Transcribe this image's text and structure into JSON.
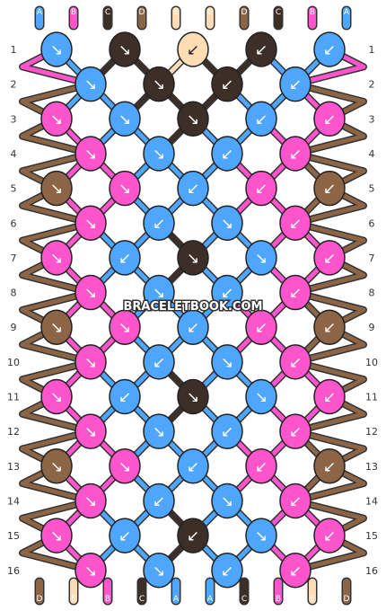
{
  "watermark": "BRACELETBOOK.COM",
  "colors": {
    "A": "#4ea6ff",
    "B": "#ff55cc",
    "C": "#3d2f28",
    "D": "#8c6446",
    "E": "#ffdcb4"
  },
  "strands_top": [
    "A",
    "B",
    "C",
    "D",
    "E",
    "E",
    "D",
    "C",
    "B",
    "A"
  ],
  "strands_bottom": [
    "D",
    "E",
    "B",
    "C",
    "A",
    "A",
    "C",
    "B",
    "E",
    "D"
  ],
  "row_numbers": [
    "1",
    "2",
    "3",
    "4",
    "5",
    "6",
    "7",
    "8",
    "9",
    "10",
    "11",
    "12",
    "13",
    "14",
    "15",
    "16"
  ],
  "knots": [
    {
      "row": 1,
      "items": [
        {
          "c": "A",
          "dir": "↘"
        },
        {
          "c": "C",
          "dir": "↘"
        },
        {
          "c": "E",
          "dir": "↙"
        },
        {
          "c": "C",
          "dir": "↙"
        },
        {
          "c": "A",
          "dir": "↙"
        }
      ]
    },
    {
      "row": 2,
      "items": [
        {
          "c": "A",
          "dir": "↘"
        },
        {
          "c": "C",
          "dir": "↘"
        },
        {
          "c": "C",
          "dir": "↙"
        },
        {
          "c": "A",
          "dir": "↙"
        }
      ]
    },
    {
      "row": 3,
      "items": [
        {
          "c": "B",
          "dir": "↘"
        },
        {
          "c": "A",
          "dir": "↘"
        },
        {
          "c": "C",
          "dir": "↘"
        },
        {
          "c": "A",
          "dir": "↙"
        },
        {
          "c": "B",
          "dir": "↙"
        }
      ]
    },
    {
      "row": 4,
      "items": [
        {
          "c": "B",
          "dir": "↘"
        },
        {
          "c": "A",
          "dir": "↘"
        },
        {
          "c": "A",
          "dir": "↙"
        },
        {
          "c": "B",
          "dir": "↙"
        }
      ]
    },
    {
      "row": 5,
      "items": [
        {
          "c": "D",
          "dir": "↘"
        },
        {
          "c": "B",
          "dir": "↘"
        },
        {
          "c": "A",
          "dir": "↙"
        },
        {
          "c": "B",
          "dir": "↙"
        },
        {
          "c": "D",
          "dir": "↙"
        }
      ]
    },
    {
      "row": 6,
      "items": [
        {
          "c": "B",
          "dir": "↘"
        },
        {
          "c": "A",
          "dir": "↙"
        },
        {
          "c": "A",
          "dir": "↘"
        },
        {
          "c": "B",
          "dir": "↙"
        }
      ]
    },
    {
      "row": 7,
      "items": [
        {
          "c": "B",
          "dir": "↘"
        },
        {
          "c": "A",
          "dir": "↙"
        },
        {
          "c": "C",
          "dir": "↘"
        },
        {
          "c": "A",
          "dir": "↘"
        },
        {
          "c": "B",
          "dir": "↙"
        }
      ]
    },
    {
      "row": 8,
      "items": [
        {
          "c": "B",
          "dir": "↘"
        },
        {
          "c": "A",
          "dir": "↘"
        },
        {
          "c": "A",
          "dir": "↙"
        },
        {
          "c": "B",
          "dir": "↙"
        }
      ]
    },
    {
      "row": 9,
      "items": [
        {
          "c": "D",
          "dir": "↘"
        },
        {
          "c": "B",
          "dir": "↘"
        },
        {
          "c": "A",
          "dir": "↙"
        },
        {
          "c": "B",
          "dir": "↙"
        },
        {
          "c": "D",
          "dir": "↙"
        }
      ]
    },
    {
      "row": 10,
      "items": [
        {
          "c": "B",
          "dir": "↘"
        },
        {
          "c": "A",
          "dir": "↙"
        },
        {
          "c": "A",
          "dir": "↘"
        },
        {
          "c": "B",
          "dir": "↙"
        }
      ]
    },
    {
      "row": 11,
      "items": [
        {
          "c": "B",
          "dir": "↘"
        },
        {
          "c": "A",
          "dir": "↙"
        },
        {
          "c": "C",
          "dir": "↘"
        },
        {
          "c": "A",
          "dir": "↘"
        },
        {
          "c": "B",
          "dir": "↙"
        }
      ]
    },
    {
      "row": 12,
      "items": [
        {
          "c": "B",
          "dir": "↘"
        },
        {
          "c": "A",
          "dir": "↘"
        },
        {
          "c": "A",
          "dir": "↙"
        },
        {
          "c": "B",
          "dir": "↙"
        }
      ]
    },
    {
      "row": 13,
      "items": [
        {
          "c": "D",
          "dir": "↘"
        },
        {
          "c": "B",
          "dir": "↘"
        },
        {
          "c": "A",
          "dir": "↙"
        },
        {
          "c": "B",
          "dir": "↙"
        },
        {
          "c": "D",
          "dir": "↙"
        }
      ]
    },
    {
      "row": 14,
      "items": [
        {
          "c": "B",
          "dir": "↘"
        },
        {
          "c": "A",
          "dir": "↙"
        },
        {
          "c": "A",
          "dir": "↘"
        },
        {
          "c": "B",
          "dir": "↙"
        }
      ]
    },
    {
      "row": 15,
      "items": [
        {
          "c": "B",
          "dir": "↘"
        },
        {
          "c": "A",
          "dir": "↙"
        },
        {
          "c": "C",
          "dir": "↙"
        },
        {
          "c": "A",
          "dir": "↘"
        },
        {
          "c": "B",
          "dir": "↙"
        }
      ]
    },
    {
      "row": 16,
      "items": [
        {
          "c": "B",
          "dir": "↘"
        },
        {
          "c": "A",
          "dir": "↘"
        },
        {
          "c": "A",
          "dir": "↙"
        },
        {
          "c": "B",
          "dir": "↙"
        }
      ]
    }
  ]
}
